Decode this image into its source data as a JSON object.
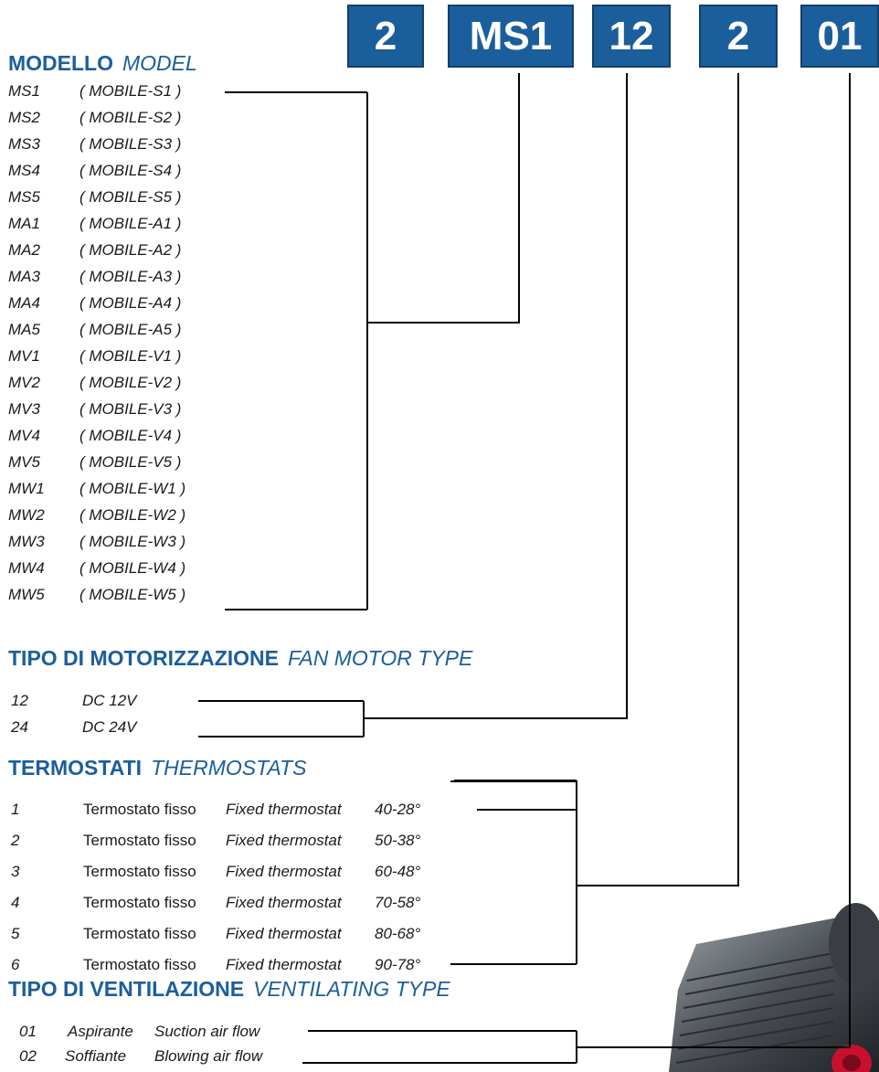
{
  "code_boxes": [
    "2",
    "MS1",
    "12",
    "2",
    "01"
  ],
  "model_section": {
    "title_it": "MODELLO",
    "title_en": "MODEL",
    "items": [
      {
        "code": "MS1",
        "name": "( MOBILE-S1 )"
      },
      {
        "code": "MS2",
        "name": "( MOBILE-S2 )"
      },
      {
        "code": "MS3",
        "name": "( MOBILE-S3 )"
      },
      {
        "code": "MS4",
        "name": "( MOBILE-S4 )"
      },
      {
        "code": "MS5",
        "name": "( MOBILE-S5 )"
      },
      {
        "code": "MA1",
        "name": "( MOBILE-A1 )"
      },
      {
        "code": "MA2",
        "name": "( MOBILE-A2 )"
      },
      {
        "code": "MA3",
        "name": "( MOBILE-A3 )"
      },
      {
        "code": "MA4",
        "name": "( MOBILE-A4 )"
      },
      {
        "code": "MA5",
        "name": "( MOBILE-A5 )"
      },
      {
        "code": "MV1",
        "name": "( MOBILE-V1 )"
      },
      {
        "code": "MV2",
        "name": "( MOBILE-V2 )"
      },
      {
        "code": "MV3",
        "name": "( MOBILE-V3 )"
      },
      {
        "code": "MV4",
        "name": "( MOBILE-V4 )"
      },
      {
        "code": "MV5",
        "name": "( MOBILE-V5 )"
      },
      {
        "code": "MW1",
        "name": "( MOBILE-W1 )"
      },
      {
        "code": "MW2",
        "name": "( MOBILE-W2 )"
      },
      {
        "code": "MW3",
        "name": "( MOBILE-W3 )"
      },
      {
        "code": "MW4",
        "name": "( MOBILE-W4 )"
      },
      {
        "code": "MW5",
        "name": "( MOBILE-W5 )"
      }
    ]
  },
  "motor_section": {
    "title_it": "TIPO DI MOTORIZZAZIONE",
    "title_en": "FAN MOTOR TYPE",
    "items": [
      {
        "code": "12",
        "name": "DC 12V"
      },
      {
        "code": "24",
        "name": "DC 24V"
      }
    ]
  },
  "thermostat_section": {
    "title_it": "TERMOSTATI",
    "title_en": "THERMOSTATS",
    "items": [
      {
        "code": "1",
        "label_it": "Termostato fisso",
        "label_en": "Fixed thermostat",
        "range": "40-28°"
      },
      {
        "code": "2",
        "label_it": "Termostato fisso",
        "label_en": "Fixed thermostat",
        "range": "50-38°"
      },
      {
        "code": "3",
        "label_it": "Termostato fisso",
        "label_en": "Fixed thermostat",
        "range": "60-48°"
      },
      {
        "code": "4",
        "label_it": "Termostato fisso",
        "label_en": "Fixed thermostat",
        "range": "70-58°"
      },
      {
        "code": "5",
        "label_it": "Termostato fisso",
        "label_en": "Fixed thermostat",
        "range": "80-68°"
      },
      {
        "code": "6",
        "label_it": "Termostato fisso",
        "label_en": "Fixed thermostat",
        "range": "90-78°"
      }
    ]
  },
  "ventilation_section": {
    "title_it": "TIPO DI VENTILAZIONE",
    "title_en": "VENTILATING TYPE",
    "items": [
      {
        "code": "01",
        "label_it": "Aspirante",
        "label_en": "Suction air flow"
      },
      {
        "code": "02",
        "label_it": "Soffiante",
        "label_en": "Blowing air flow"
      }
    ]
  },
  "colors": {
    "accent": "#1b5e9c",
    "text": "#1a1a1a",
    "line": "#000000"
  }
}
